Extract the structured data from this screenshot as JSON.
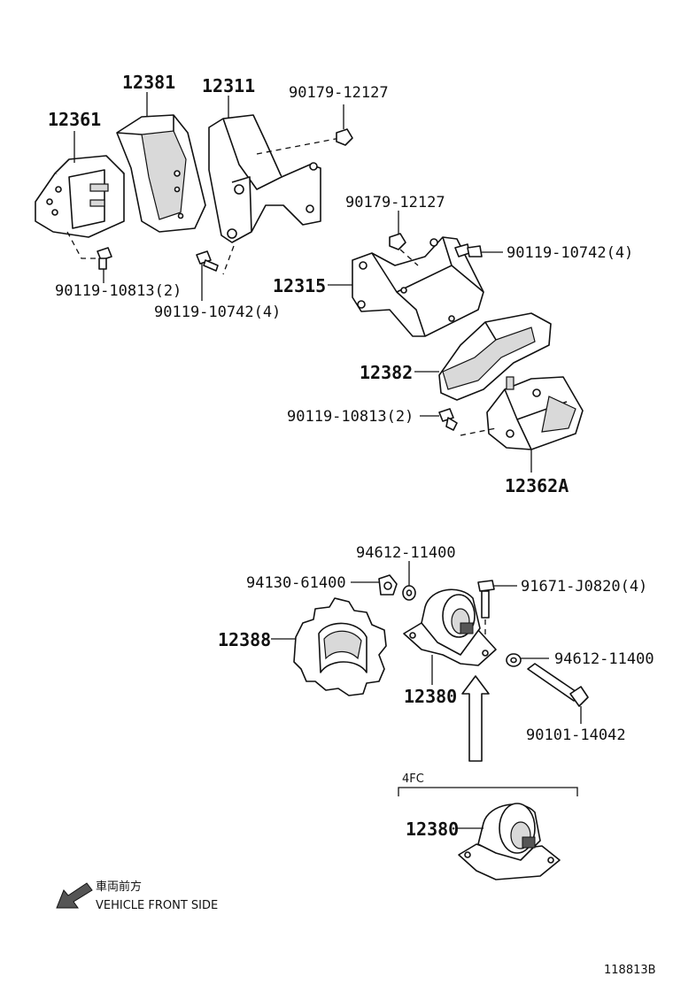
{
  "labels": {
    "p12381": "12381",
    "p12311": "12311",
    "p12361": "12361",
    "p90179_a": "90179-12127",
    "p90179_b": "90179-12127",
    "p90119_10742_a": "90119-10742(4)",
    "p90119_10813_a": "90119-10813(2)",
    "p90119_10742_b": "90119-10742(4)",
    "p12315": "12315",
    "p12382": "12382",
    "p90119_10813_b": "90119-10813(2)",
    "p12362A": "12362A",
    "p94612_a": "94612-11400",
    "p94130": "94130-61400",
    "p91671": "91671-J0820(4)",
    "p12388": "12388",
    "p94612_b": "94612-11400",
    "p12380_a": "12380",
    "p90101": "90101-14042",
    "variant_4fc": "4FC",
    "p12380_b": "12380"
  },
  "legend": {
    "japanese": "車両前方",
    "english": "VEHICLE FRONT SIDE"
  },
  "figure_code": "118813B",
  "icons": {
    "front_arrow": "arrow-down-left-icon"
  }
}
